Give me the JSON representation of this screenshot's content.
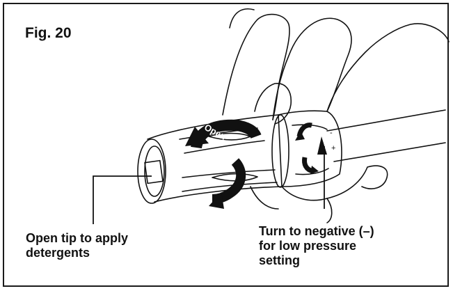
{
  "figure": {
    "title": "Fig. 20"
  },
  "labels": {
    "open_arrow": "Open",
    "plus_mark": "+",
    "minus_mark": "-"
  },
  "callouts": {
    "left_lines": [
      "Open tip to apply",
      "detergents"
    ],
    "right_lines": [
      "Turn to negative (–)",
      "for low pressure",
      "setting"
    ]
  },
  "colors": {
    "ink": "#111111",
    "background": "#ffffff"
  }
}
